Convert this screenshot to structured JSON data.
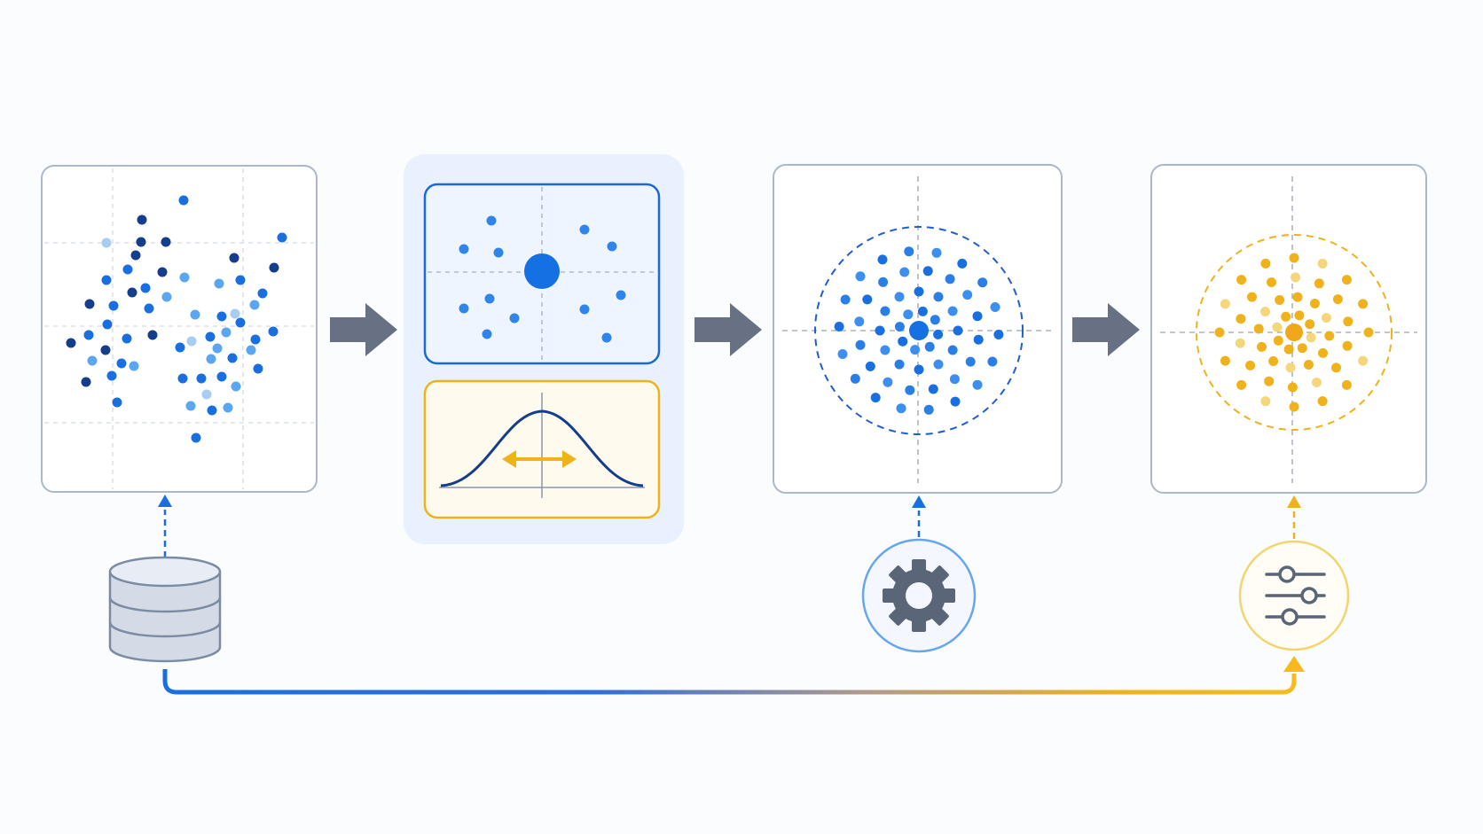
{
  "diagram": {
    "stages": [
      {
        "id": "raw-data",
        "label": ""
      },
      {
        "id": "statistics",
        "label": ""
      },
      {
        "id": "standardized",
        "label": ""
      },
      {
        "id": "tuned-output",
        "label": ""
      }
    ],
    "icons": [
      "database-icon",
      "gear-icon",
      "sliders-icon"
    ],
    "colors": {
      "blue": "#1a6fe0",
      "dark_blue": "#143d8c",
      "light_blue": "#5aa6f0",
      "pale_blue": "#a8cdf3",
      "gold": "#f0b21a",
      "pale_gold": "#f6d67a",
      "gray_arrow": "#687183",
      "frame": "#a9b7c8",
      "panel_bg": "#e8f1fd",
      "yellow_bg": "#fffaee"
    }
  }
}
